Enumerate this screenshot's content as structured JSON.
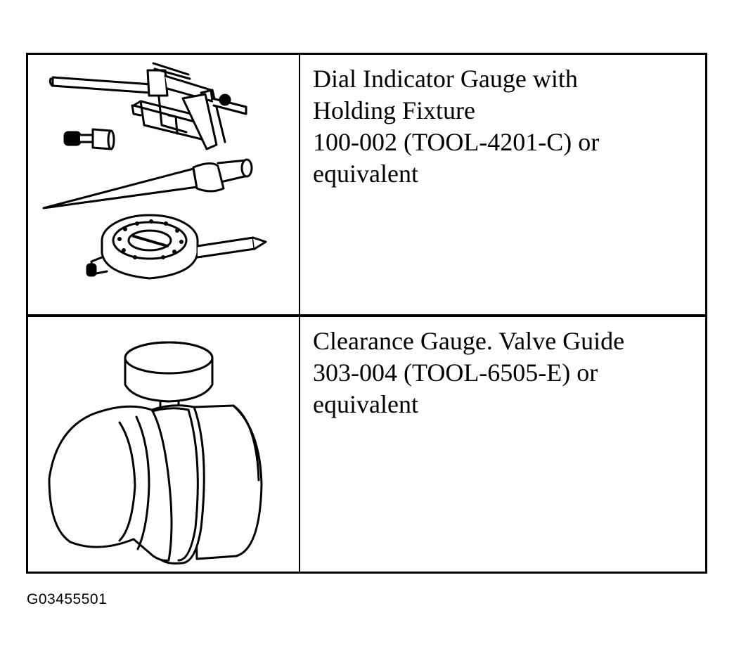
{
  "tools": [
    {
      "illustration_icon": "dial-indicator-with-holding-fixture-illustration",
      "lines": [
        "Dial Indicator Gauge with",
        "Holding Fixture",
        "100-002 (TOOL-4201-C) or",
        "equivalent"
      ]
    },
    {
      "illustration_icon": "valve-guide-clearance-gauge-illustration",
      "lines": [
        "Clearance Gauge. Valve Guide",
        "303-004 (TOOL-6505-E) or",
        "equivalent"
      ]
    }
  ],
  "reference_code": "G03455501"
}
